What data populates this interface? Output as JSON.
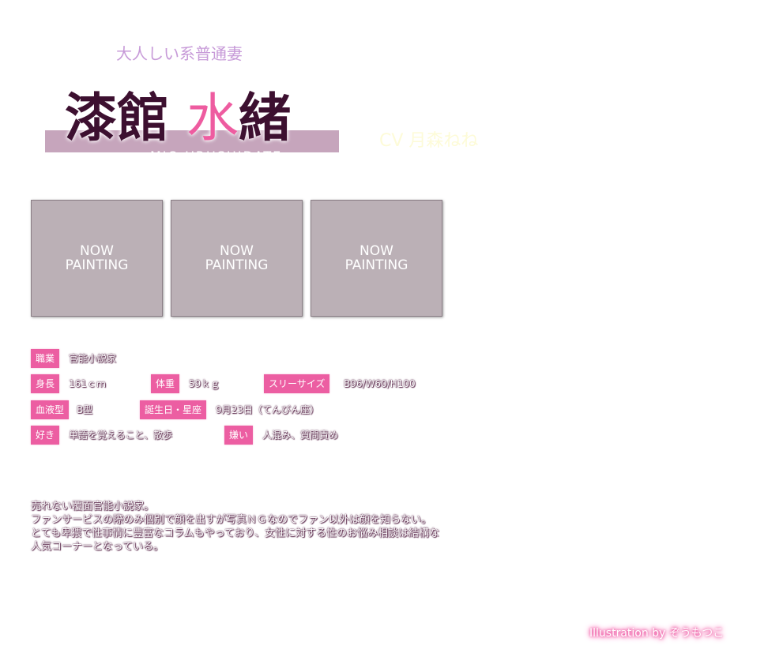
{
  "header": {
    "catchphrase": "大人しい系普通妻",
    "name_family": "漆館",
    "name_given_1": "水",
    "name_given_2": "緒",
    "romaji": "MIO URUSHIDATE",
    "cv": "CV 月森ねね"
  },
  "gallery": [
    {
      "label": "NOW\nPAINTING"
    },
    {
      "label": "NOW\nPAINTING"
    },
    {
      "label": "NOW\nPAINTING"
    }
  ],
  "profile": {
    "job": {
      "label": "職業",
      "value": "官能小説家"
    },
    "height": {
      "label": "身長",
      "value": "161ｃｍ"
    },
    "weight": {
      "label": "体重",
      "value": "59ｋｇ"
    },
    "sizes": {
      "label": "スリーサイズ",
      "value": "B96/W60/H100"
    },
    "blood": {
      "label": "血液型",
      "value": "B型"
    },
    "birthday": {
      "label": "誕生日・星座",
      "value": "9月23日（てんびん座）"
    },
    "likes": {
      "label": "好き",
      "value": "単語を覚えること、散歩"
    },
    "dislikes": {
      "label": "嫌い",
      "value": "人混み、質問責め"
    }
  },
  "description": "売れない覆面官能小説家。\nファンサービスの際のみ個別で顔を出すが写真ＮＧなのでファン以外は顔を知らない。とても卑猥で性事情に豊富なコラムもやっており、女性に対する性のお悩み相談は結構な人気コーナーとなっている。",
  "credit": "Illustration by ぞうもつこ",
  "colors": {
    "accent": "#ec5ea2",
    "name": "#3d1030",
    "bar": "#c6a5bc"
  }
}
